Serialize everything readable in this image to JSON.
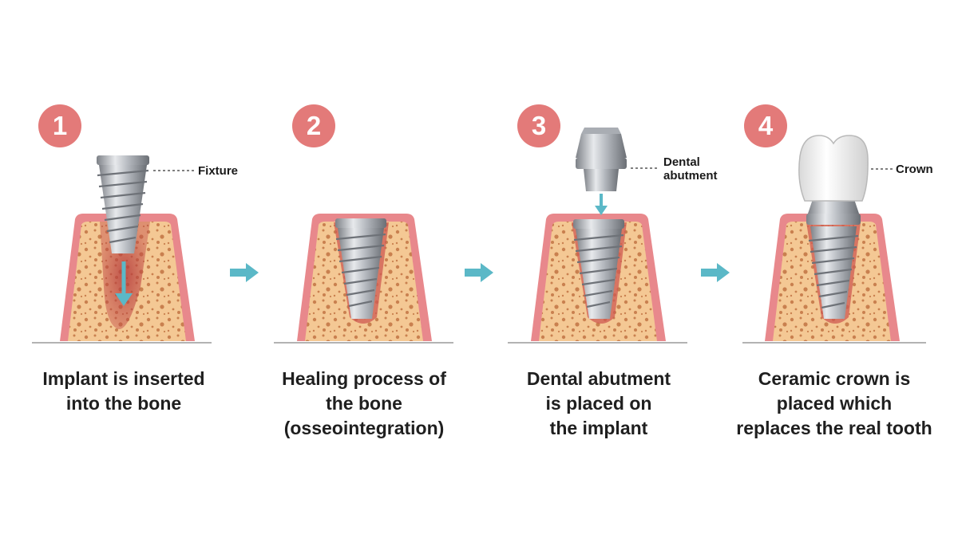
{
  "steps": [
    {
      "number": "1",
      "caption": [
        "Implant is inserted",
        "into the bone"
      ],
      "callout": [
        "Fixture"
      ]
    },
    {
      "number": "2",
      "caption": [
        "Healing process of",
        "the bone",
        "(osseointegration)"
      ],
      "callout": []
    },
    {
      "number": "3",
      "caption": [
        "Dental abutment",
        "is placed on",
        "the implant"
      ],
      "callout": [
        "Dental",
        "abutment"
      ]
    },
    {
      "number": "4",
      "caption": [
        "Ceramic crown is",
        "placed which",
        "replaces the real tooth"
      ],
      "callout": [
        "Crown"
      ]
    }
  ],
  "colors": {
    "step_badge": "#e37a79",
    "gum": "#e8888c",
    "bone": "#f4c894",
    "bone_pores": "#c9804f",
    "metal": "#b8bcc2",
    "crown": "#f5f5f5",
    "arrow": "#5bb8c7"
  },
  "icons": [
    "right-arrow-icon",
    "down-arrow-icon"
  ]
}
